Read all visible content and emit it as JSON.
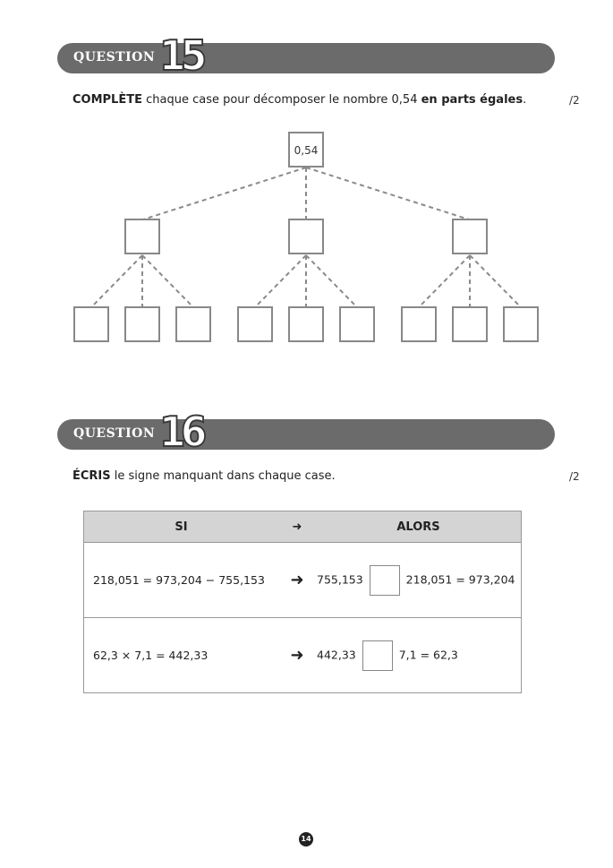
{
  "q15": {
    "label": "QUESTION",
    "number": "15",
    "instr_bold1": "COMPLÈTE",
    "instr_mid": " chaque case pour décomposer le nombre 0,54 ",
    "instr_bold2": "en parts égales",
    "instr_end": ".",
    "score": "/2",
    "root_value": "0,54"
  },
  "q16": {
    "label": "QUESTION",
    "number": "16",
    "instr_bold": "ÉCRIS",
    "instr_rest": " le signe manquant dans chaque case.",
    "score": "/2",
    "table": {
      "header_left": "SI",
      "header_arrow": "➜",
      "header_right": "ALORS",
      "rows": [
        {
          "left": "218,051 = 973,204 − 755,153",
          "arrow": "➜",
          "right_a": "755,153",
          "right_b": "218,051 = 973,204"
        },
        {
          "left": "62,3 × 7,1 = 442,33",
          "arrow": "➜",
          "right_a": "442,33",
          "right_b": "7,1 = 62,3"
        }
      ]
    }
  },
  "page_number": "14"
}
